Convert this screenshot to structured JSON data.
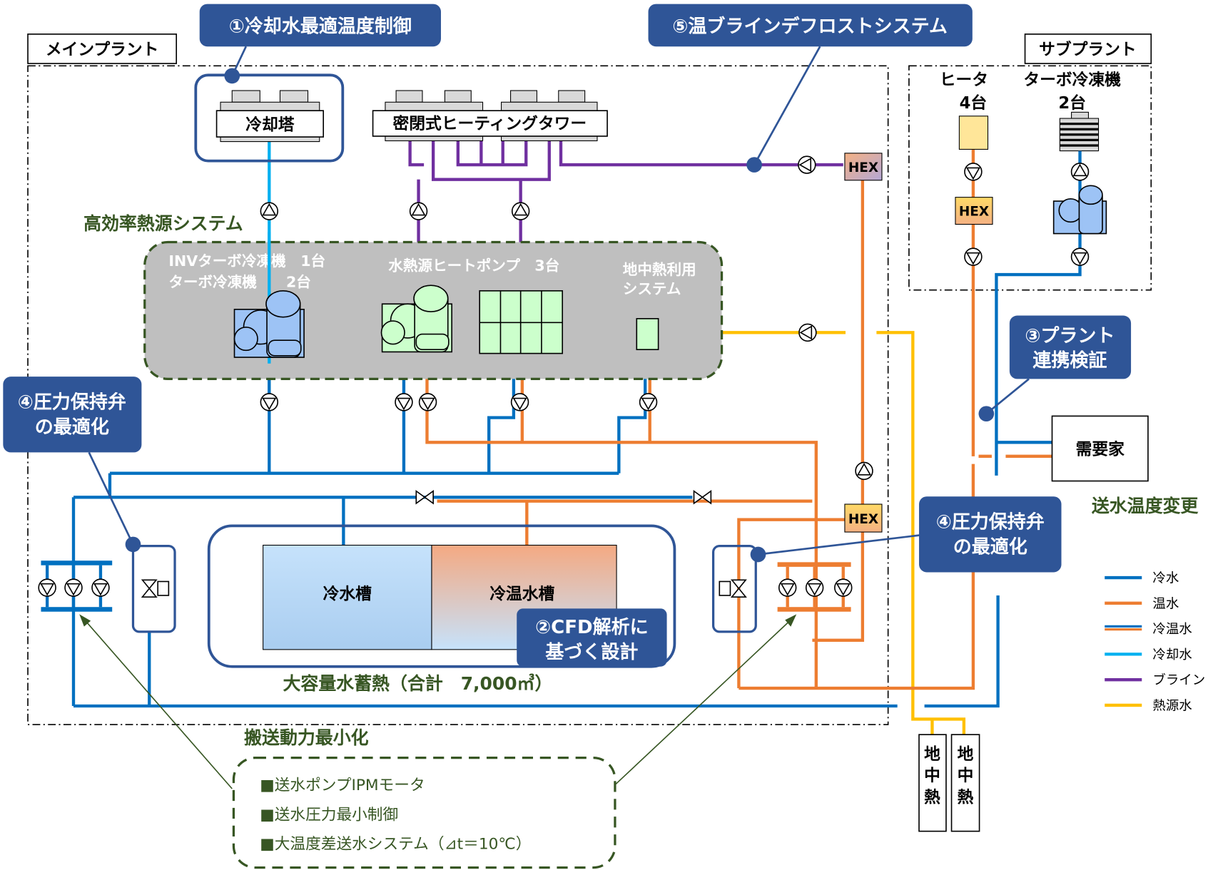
{
  "plants": {
    "main": "メインプラント",
    "sub": "サブプラント"
  },
  "callouts": {
    "c1": "①冷却水最適温度制御",
    "c5": "⑤温ブラインデフロストシステム",
    "c4_left": [
      "④圧力保持弁",
      "の最適化"
    ],
    "c4_right": [
      "④圧力保持弁",
      "の最適化"
    ],
    "c3": [
      "③プラント",
      "連携検証"
    ],
    "c2": [
      "②CFD解析に",
      "基づく設計"
    ]
  },
  "equipment": {
    "cooling_tower": "冷却塔",
    "heating_tower": "密閉式ヒーティングタワー",
    "hex": "HEX",
    "high_eff_system": "高効率熱源システム",
    "inv_chiller": "INVターボ冷凍機　1台",
    "turbo_chiller": "ターボ冷凍機　　2台",
    "heat_pump": "水熱源ヒートポンプ　3台",
    "geo": [
      "地中熱利用",
      "システム"
    ],
    "cold_tank": "冷水槽",
    "hot_tank": "冷温水槽",
    "storage": "大容量水蓄熱（合計　7,000㎥）",
    "heater": [
      "ヒータ",
      "4台"
    ],
    "sub_turbo": [
      "ターボ冷凍機",
      "2台"
    ],
    "customer": "需要家",
    "supply_temp": "送水温度変更",
    "ground": [
      "地",
      "中",
      "熱"
    ],
    "transport": "搬送動力最小化",
    "transport_items": [
      "■送水ポンプIPMモータ",
      "■送水圧力最小制御",
      "■大温度差送水システム（⊿t＝10℃）"
    ]
  },
  "legend": [
    {
      "label": "冷水",
      "color": "#0070c0"
    },
    {
      "label": "温水",
      "color": "#ed7d31"
    },
    {
      "label": "冷温水",
      "color": "#0070c0",
      "color2": "#ed7d31"
    },
    {
      "label": "冷却水",
      "color": "#00b0f0"
    },
    {
      "label": "ブライン",
      "color": "#7030a0"
    },
    {
      "label": "熱源水",
      "color": "#ffc000"
    }
  ],
  "colors": {
    "callout": "#2f5597",
    "label_green": "#375623"
  }
}
